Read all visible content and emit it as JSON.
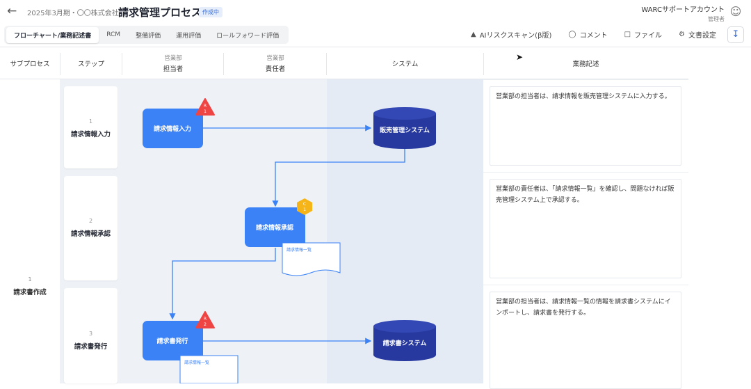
{
  "header": {
    "breadcrumb": "2025年3月期・〇〇株式会社",
    "title": "請求管理プロセス",
    "status_badge": "作成中",
    "account_name": "WARCサポートアカウント",
    "account_role": "管理者"
  },
  "tabs": [
    "フローチャート/業務記述書",
    "RCM",
    "整備評価",
    "運用評価",
    "ロールフォワード評価"
  ],
  "actions": [
    {
      "icon": "ai-scan-icon",
      "label": "AIリスクスキャン(β版)"
    },
    {
      "icon": "comment-icon",
      "label": "コメント"
    },
    {
      "icon": "folder-icon",
      "label": "ファイル"
    },
    {
      "icon": "gear-icon",
      "label": "文書設定"
    }
  ],
  "columns": {
    "subprocess": "サブプロセス",
    "step": "ステップ",
    "lane1_dept": "営業部",
    "lane1_role": "担当者",
    "lane2_dept": "営業部",
    "lane2_role": "責任者",
    "system": "システム",
    "description": "業務記述"
  },
  "subprocess": {
    "number": "1",
    "label": "請求書作成"
  },
  "steps": [
    {
      "number": "1",
      "label": "請求情報入力"
    },
    {
      "number": "2",
      "label": "請求情報承認"
    },
    {
      "number": "3",
      "label": "請求書発行"
    }
  ],
  "flow": {
    "task1": "請求情報入力",
    "task2": "請求情報承認",
    "task3": "請求書発行",
    "db1": "販売管理システム",
    "db2": "請求書システム",
    "doc1": "請求情報一覧",
    "doc2": "請求情報一覧",
    "risk1": {
      "letter": "R",
      "num": "1"
    },
    "risk2": {
      "letter": "R",
      "num": "2"
    },
    "control1": {
      "letter": "C",
      "num": "1"
    }
  },
  "descriptions": [
    "営業部の担当者は、請求情報を販売管理システムに入力する。",
    "営業部の責任者は、「請求情報一覧」を確認し、問題なければ販売管理システム上で承認する。",
    "営業部の担当者は、請求情報一覧の情報を請求書システムにインポートし、請求書を発行する。"
  ],
  "colors": {
    "task_blue": "#3b82f6",
    "db_navy": "#27399f",
    "risk_red": "#ef4444",
    "control_yellow": "#f5b417",
    "system_band": "#e4ebf4"
  }
}
